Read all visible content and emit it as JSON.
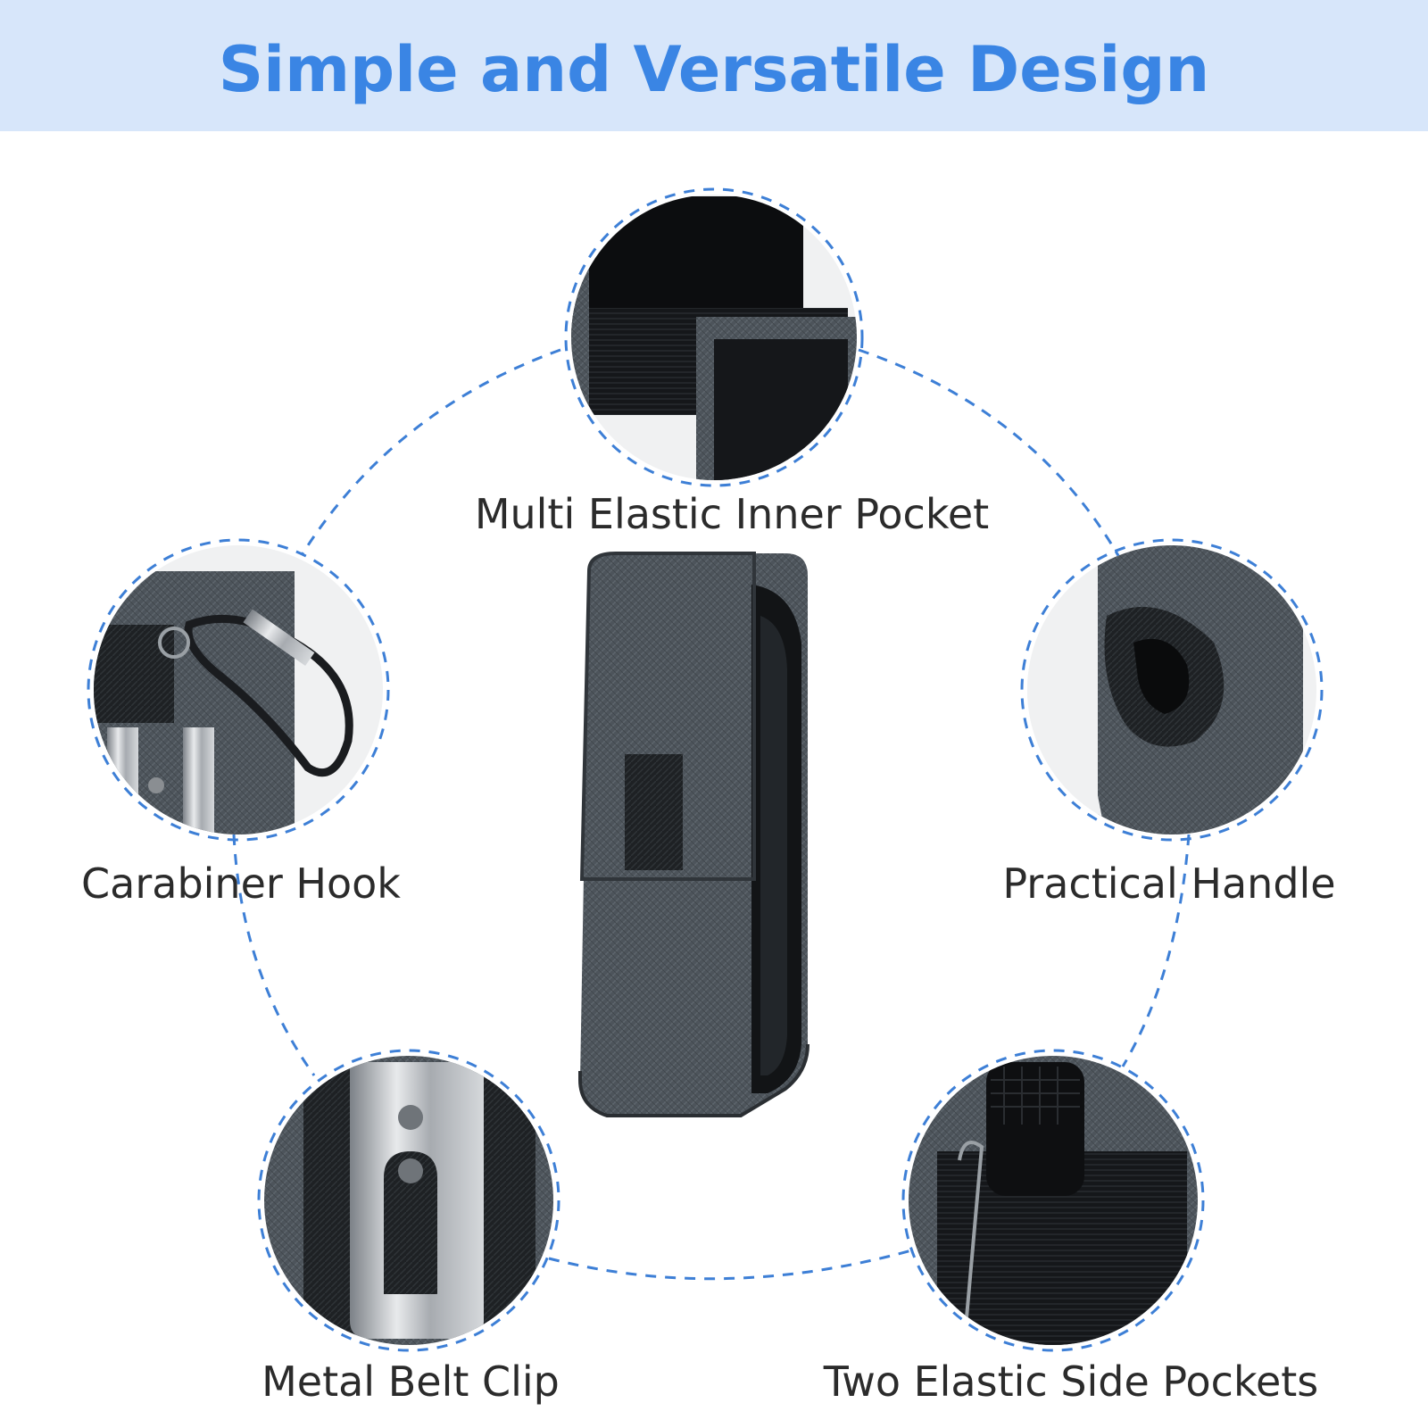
{
  "header": {
    "title": "Simple and Versatile Design"
  },
  "features": [
    {
      "label": "Multi Elastic Inner Pocket",
      "icon": "elastic-pocket-photo"
    },
    {
      "label": "Carabiner Hook",
      "icon": "carabiner-photo"
    },
    {
      "label": "Practical Handle",
      "icon": "handle-loop-photo"
    },
    {
      "label": "Metal Belt Clip",
      "icon": "belt-clip-photo"
    },
    {
      "label": "Two Elastic Side Pockets",
      "icon": "side-pockets-photo"
    }
  ],
  "colors": {
    "banner_bg": "#d7e6fa",
    "title": "#3a85e4",
    "dashed_ring": "#3d7fd6",
    "pouch": "#4a5157"
  }
}
